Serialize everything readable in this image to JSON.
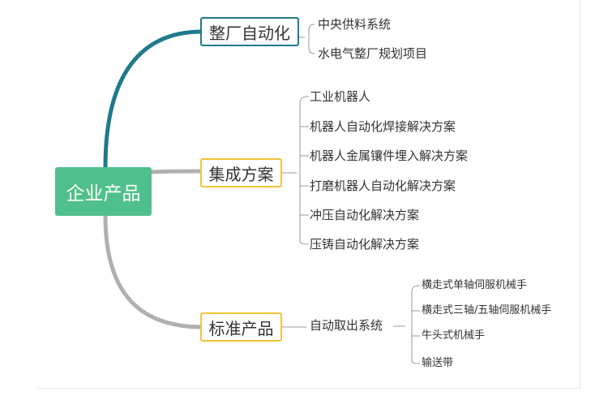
{
  "root": {
    "label": "企业产品"
  },
  "branches": [
    {
      "label": "整厂自动化",
      "items": [
        "中央供料系统",
        "水电气整厂规划项目"
      ]
    },
    {
      "label": "集成方案",
      "items": [
        "工业机器人",
        "机器人自动化焊接解决方案",
        "机器人金属镶件埋入解决方案",
        "打磨机器人自动化解决方案",
        "冲压自动化解决方案",
        "压铸自动化解决方案"
      ]
    },
    {
      "label": "标准产品",
      "items": [
        {
          "label": "自动取出系统",
          "items": [
            "横走式单轴伺服机械手",
            "横走式三轴/五轴伺服机械手",
            "牛头式机械手",
            "输送带"
          ]
        }
      ]
    }
  ],
  "colors": {
    "root": "#4fc08d",
    "branch1": "#1f7a8c",
    "branch_gray": "#b0b0b0",
    "branch_border_yellow": "#f0c43a"
  }
}
